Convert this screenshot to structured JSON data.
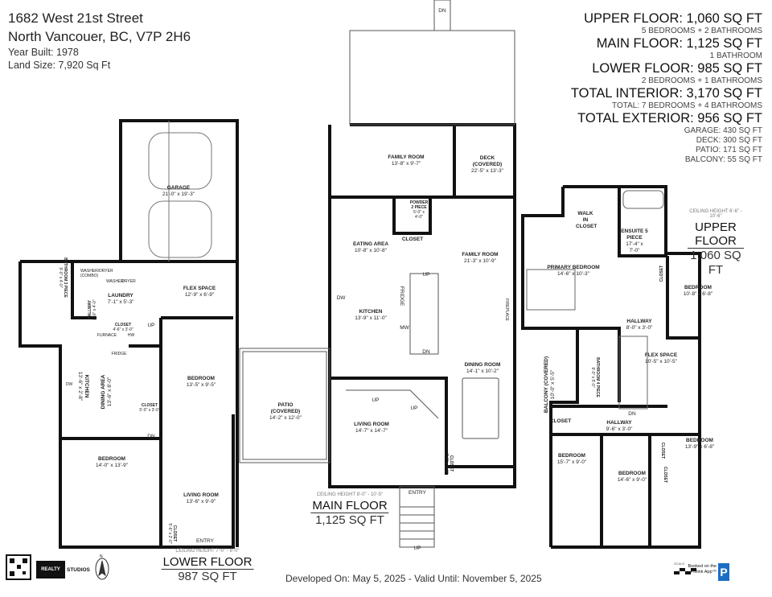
{
  "header": {
    "address_line1": "1682 West 21st Street",
    "address_line2": "North Vancouer, BC, V7P 2H6",
    "year_built": "Year Built: 1978",
    "land_size": "Land Size: 7,920 Sq Ft"
  },
  "summary": [
    {
      "big": "UPPER FLOOR: 1,060 SQ FT",
      "small": [
        "5 BEDROOMS + 2 BATHROOMS"
      ]
    },
    {
      "big": "MAIN FLOOR: 1,125 SQ FT",
      "small": [
        "1 BATHROOM"
      ]
    },
    {
      "big": "LOWER FLOOR: 985 SQ FT",
      "small": [
        "2 BEDROOMS + 1 BATHROOMS"
      ]
    },
    {
      "big": "TOTAL INTERIOR: 3,170 SQ FT",
      "small": [
        "TOTAL: 7 BEDROOMS  + 4 BATHROOMS"
      ]
    },
    {
      "big": "TOTAL EXTERIOR: 956 SQ FT",
      "small": [
        "GARAGE: 430 SQ FT",
        "DECK: 300 SQ FT",
        "PATIO: 171 SQ FT",
        "BALCONY: 55 SQ FT"
      ]
    }
  ],
  "floors": {
    "lower": {
      "ceiling": "CEILING HEIGHT 7'-0\" - 8'-0\"",
      "name": "LOWER FLOOR",
      "area": "987 SQ FT",
      "rooms": [
        {
          "name": "GARAGE",
          "dims": "21'-0\" x 19'-3\""
        },
        {
          "name": "LAUNDRY",
          "dims": "7'-1\" x 5'-3\""
        },
        {
          "name": "FLEX SPACE",
          "dims": "12'-9\" x 6'-9\""
        },
        {
          "name": "BEDROOM",
          "dims": "13'-5\" x 9'-5\""
        },
        {
          "name": "CLOSET",
          "dims": "4'-6\" x 3'-0\""
        },
        {
          "name": "KITCHEN",
          "dims": "13'-6\" x 2'-8\""
        },
        {
          "name": "DINING AREA",
          "dims": "13'-6\" x 8'-0\""
        },
        {
          "name": "BATHROOM 3 PIECE",
          "dims": "9'-0\" x 4'-0\""
        },
        {
          "name": "HALLWAY",
          "dims": "8'-0\" x 4'-0\""
        },
        {
          "name": "CLOSET",
          "dims": "5'-0\" x 3'-0\""
        },
        {
          "name": "BEDROOM",
          "dims": "14'-0\" x 13'-9\""
        },
        {
          "name": "LIVING ROOM",
          "dims": "13'-6\" x 9'-9\""
        },
        {
          "name": "CLOSET",
          "dims": "5'-6\" x 2'-0\""
        }
      ],
      "fixtures": [
        "WASHER",
        "DRYER",
        "WASHER/DRYER (COMBO)",
        "FURNACE",
        "HW",
        "FRIDGE",
        "DW",
        "UP",
        "DN",
        "ENTRY"
      ]
    },
    "main": {
      "ceiling": "CEILING HEIGHT 8'-0\" - 10'-5\"",
      "name": "MAIN FLOOR",
      "area": "1,125 SQ FT",
      "rooms": [
        {
          "name": "FAMILY ROOM",
          "dims": "13'-8\" x 9'-7\""
        },
        {
          "name": "DECK (COVERED)",
          "dims": "22'-5\" x 13'-3\""
        },
        {
          "name": "POWDER 2 PIECE",
          "dims": "5'-0\" x 4'-0\""
        },
        {
          "name": "CLOSET",
          "dims": ""
        },
        {
          "name": "EATING AREA",
          "dims": "10'-8\" x 10'-8\""
        },
        {
          "name": "FAMILY ROOM",
          "dims": "21'-3\" x 10'-9\""
        },
        {
          "name": "KITCHEN",
          "dims": "13'-9\" x 11'-0\""
        },
        {
          "name": "DINING ROOM",
          "dims": "14'-1\" x 10'-2\""
        },
        {
          "name": "LIVING ROOM",
          "dims": "14'-7\" x 14'-7\""
        },
        {
          "name": "PATIO (COVERED)",
          "dims": "14'-2\" x 12'-0\""
        },
        {
          "name": "CLOSET",
          "dims": "3'-8\" x 2'-0\""
        }
      ],
      "fixtures": [
        "FRIDGE",
        "MW",
        "DW",
        "FIREPLACE",
        "UP",
        "DN",
        "UP",
        "UP",
        "ENTRY",
        "UP",
        "DN"
      ]
    },
    "upper": {
      "ceiling": "CEILING HEIGHT 6'-6\" - 10'-6\"",
      "name": "UPPER FLOOR",
      "area": "1,060 SQ FT",
      "rooms": [
        {
          "name": "WALK IN CLOSET",
          "dims": ""
        },
        {
          "name": "ENSUITE 5 PIECE",
          "dims": "17'-4\" x 7'-0\""
        },
        {
          "name": "PRIMARY BEDROOM",
          "dims": "14'-6\" x 10'-3\""
        },
        {
          "name": "CLOSET",
          "dims": ""
        },
        {
          "name": "BEDROOM",
          "dims": "10'-8\" x 6'-8\""
        },
        {
          "name": "HALLWAY",
          "dims": "8'-0\" x 3'-0\""
        },
        {
          "name": "FLEX SPACE",
          "dims": "10'-5\" x 10'-5\""
        },
        {
          "name": "BALCONY (COVERED)",
          "dims": "10'-0\" x 5'-5\""
        },
        {
          "name": "BATHROOM 4 PIECE",
          "dims": "9'-0\" x 5'-0\""
        },
        {
          "name": "CLOSET",
          "dims": ""
        },
        {
          "name": "HALLWAY",
          "dims": "9'-6\" x 3'-0\""
        },
        {
          "name": "BEDROOM",
          "dims": "13'-9\" x 6'-8\""
        },
        {
          "name": "BEDROOM",
          "dims": "15'-7\" x 9'-0\""
        },
        {
          "name": "BEDROOM",
          "dims": "14'-6\" x 9'-0\""
        },
        {
          "name": "CLOSET",
          "dims": ""
        },
        {
          "name": "CLOSET",
          "dims": ""
        }
      ],
      "fixtures": [
        "DN"
      ]
    }
  },
  "footer": {
    "developed": "Developed On: May 5, 2025 - Valid Until: November 5, 2025",
    "brand": "REALTY STUDIOS",
    "brand_mark": "REALTY",
    "brand_word": "STUDIOS",
    "scale_label": "SCALE",
    "pixlink": "Booked on the Pixlink App™",
    "pixlink_badge": "P",
    "compass": "N"
  },
  "colors": {
    "walls": "#111111",
    "text": "#222222",
    "pixlink": "#1a6fc4"
  }
}
